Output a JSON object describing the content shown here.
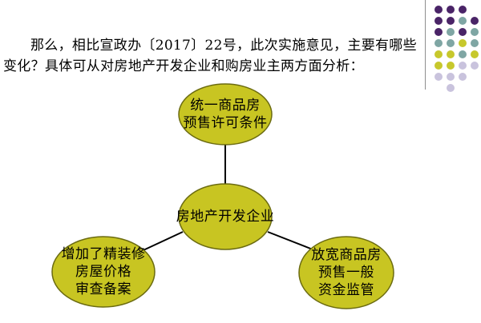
{
  "intro_text": "那么，相比宣政办〔2017〕22号，此次实施意见，主要有哪些变化？具体可从对房地产开发企业和购房业主两方面分析：",
  "colors": {
    "node_fill": "#c8c522",
    "node_stroke": "#6b6b10",
    "connector": "#000000",
    "dot_purple": "#4a2467",
    "dot_teal": "#7fa6a4",
    "dot_olive": "#c7c82c",
    "dot_lavender": "#c9c3dd"
  },
  "diagram": {
    "center": {
      "line1": "房地产开发企业"
    },
    "top": {
      "line1": "统一商品房",
      "line2": "预售许可条件"
    },
    "left": {
      "line1": "增加了精装修",
      "line2": "房屋价格",
      "line3": "审查备案"
    },
    "right": {
      "line1": "放宽商品房",
      "line2": "预售一般",
      "line3": "资金监管"
    }
  }
}
